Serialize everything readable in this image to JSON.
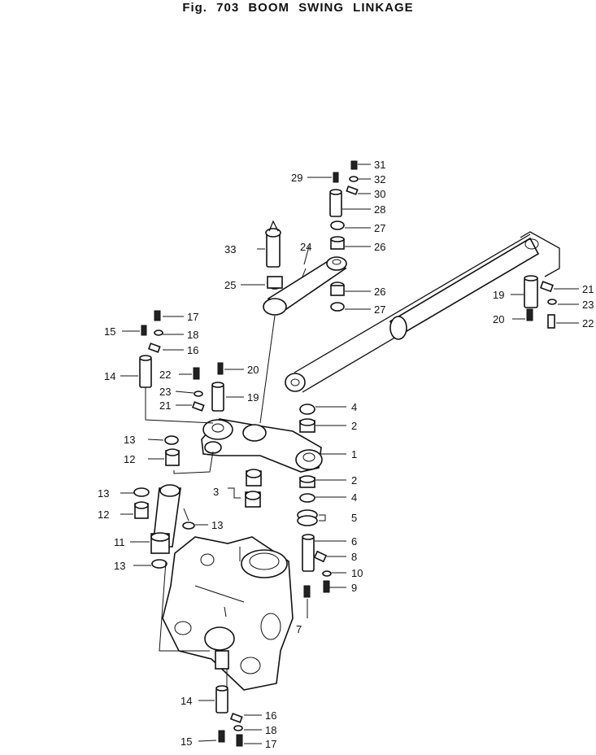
{
  "figure": {
    "title": "Fig. 703  BOOM SWING LINKAGE"
  },
  "callouts": {
    "c1": "1",
    "c2a": "2",
    "c2b": "2",
    "c3": "3",
    "c4a": "4",
    "c4b": "4",
    "c5": "5",
    "c6": "6",
    "c7": "7",
    "c8": "8",
    "c9": "9",
    "c10": "10",
    "c11": "11",
    "c12a": "12",
    "c12b": "12",
    "c13a": "13",
    "c13b": "13",
    "c13c": "13",
    "c13d": "13",
    "c14a": "14",
    "c14b": "14",
    "c15a": "15",
    "c15b": "15",
    "c16a": "16",
    "c16b": "16",
    "c17a": "17",
    "c17b": "17",
    "c18a": "18",
    "c18b": "18",
    "c19a": "19",
    "c19b": "19",
    "c20a": "20",
    "c20b": "20",
    "c21a": "21",
    "c21b": "21",
    "c22a": "22",
    "c22b": "22",
    "c23a": "23",
    "c23b": "23",
    "c24": "24",
    "c25": "25",
    "c26a": "26",
    "c26b": "26",
    "c27a": "27",
    "c27b": "27",
    "c28": "28",
    "c29": "29",
    "c30": "30",
    "c31": "31",
    "c32": "32",
    "c33": "33"
  }
}
